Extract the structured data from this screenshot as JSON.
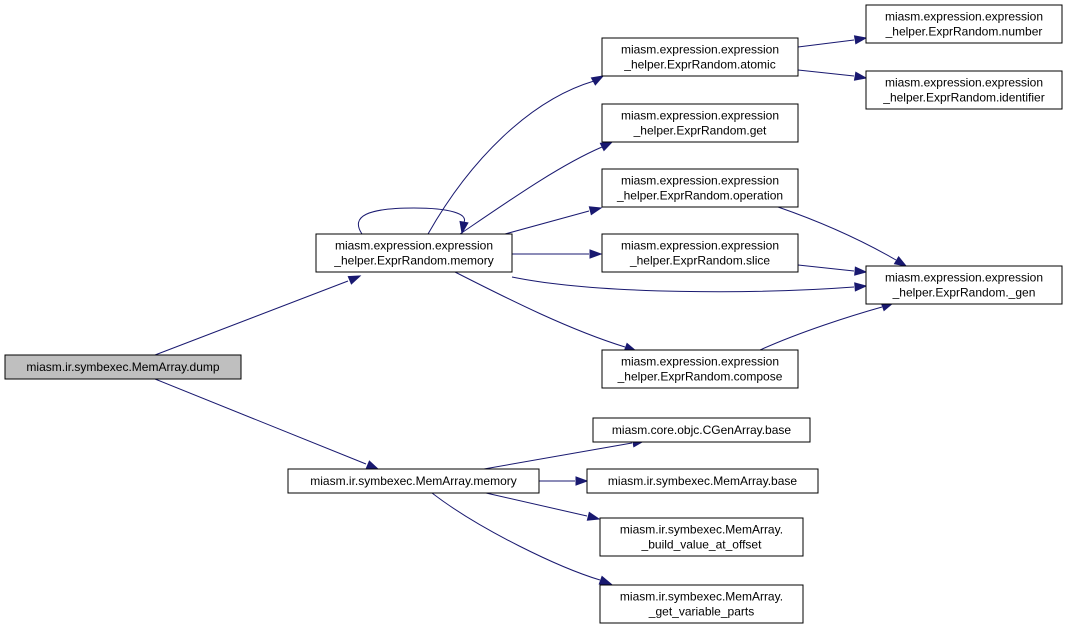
{
  "diagram": {
    "colors": {
      "edge": "#191970",
      "node_fill": "#ffffff",
      "root_fill": "#bfbfbf",
      "border": "#000000"
    },
    "nodes": {
      "dump": {
        "lines": [
          "miasm.ir.symbexec.MemArray.dump"
        ]
      },
      "er_memory": {
        "lines": [
          "miasm.expression.expression",
          "_helper.ExprRandom.memory"
        ]
      },
      "atomic": {
        "lines": [
          "miasm.expression.expression",
          "_helper.ExprRandom.atomic"
        ]
      },
      "get": {
        "lines": [
          "miasm.expression.expression",
          "_helper.ExprRandom.get"
        ]
      },
      "operation": {
        "lines": [
          "miasm.expression.expression",
          "_helper.ExprRandom.operation"
        ]
      },
      "slice": {
        "lines": [
          "miasm.expression.expression",
          "_helper.ExprRandom.slice"
        ]
      },
      "compose": {
        "lines": [
          "miasm.expression.expression",
          "_helper.ExprRandom.compose"
        ]
      },
      "number": {
        "lines": [
          "miasm.expression.expression",
          "_helper.ExprRandom.number"
        ]
      },
      "identifier": {
        "lines": [
          "miasm.expression.expression",
          "_helper.ExprRandom.identifier"
        ]
      },
      "gen": {
        "lines": [
          "miasm.expression.expression",
          "_helper.ExprRandom._gen"
        ]
      },
      "ma_memory": {
        "lines": [
          "miasm.ir.symbexec.MemArray.memory"
        ]
      },
      "cgen_base": {
        "lines": [
          "miasm.core.objc.CGenArray.base"
        ]
      },
      "ma_base": {
        "lines": [
          "miasm.ir.symbexec.MemArray.base"
        ]
      },
      "build": {
        "lines": [
          "miasm.ir.symbexec.MemArray.",
          "_build_value_at_offset"
        ]
      },
      "getvar": {
        "lines": [
          "miasm.ir.symbexec.MemArray.",
          "_get_variable_parts"
        ]
      }
    },
    "edges": [
      [
        "dump",
        "er_memory"
      ],
      [
        "dump",
        "ma_memory"
      ],
      [
        "er_memory",
        "er_memory"
      ],
      [
        "er_memory",
        "atomic"
      ],
      [
        "er_memory",
        "get"
      ],
      [
        "er_memory",
        "operation"
      ],
      [
        "er_memory",
        "slice"
      ],
      [
        "er_memory",
        "gen"
      ],
      [
        "er_memory",
        "compose"
      ],
      [
        "atomic",
        "number"
      ],
      [
        "atomic",
        "identifier"
      ],
      [
        "operation",
        "gen"
      ],
      [
        "slice",
        "gen"
      ],
      [
        "compose",
        "gen"
      ],
      [
        "ma_memory",
        "cgen_base"
      ],
      [
        "ma_memory",
        "ma_base"
      ],
      [
        "ma_memory",
        "build"
      ],
      [
        "ma_memory",
        "getvar"
      ]
    ]
  }
}
